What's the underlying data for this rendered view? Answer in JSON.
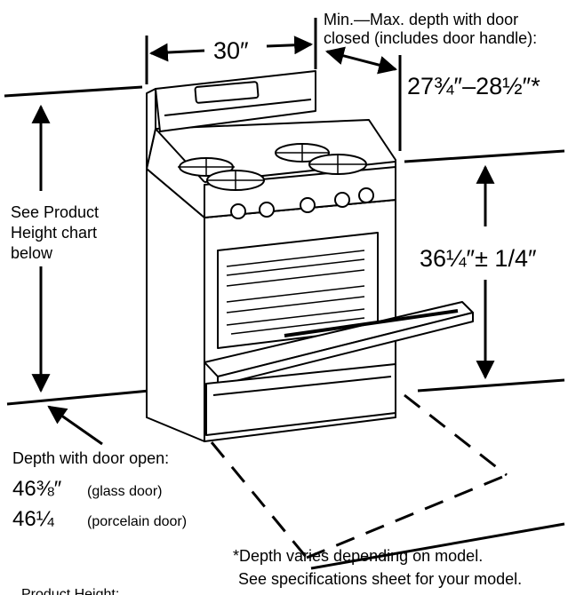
{
  "labels": {
    "width": "30″",
    "depth_closed_line1": "Min.—Max. depth with door",
    "depth_closed_line2": "closed (includes door handle):",
    "depth_closed_value": "27¾″–28½″*",
    "height_value": "36¼″± 1/4″",
    "product_height_line1": "See Product",
    "product_height_line2": "Height chart",
    "product_height_line3": "below",
    "depth_open_title": "Depth with door open:",
    "depth_open_glass_value": "46⅜″",
    "depth_open_glass_label": "(glass door)",
    "depth_open_porcelain_value": "46¼",
    "depth_open_porcelain_label": "(porcelain door)",
    "footnote_line1": "*Depth varies depending on model.",
    "footnote_line2": "See specifications sheet for your model.",
    "bottom_cut_text": "Product Height:"
  },
  "colors": {
    "line": "#000000",
    "background": "#ffffff"
  }
}
